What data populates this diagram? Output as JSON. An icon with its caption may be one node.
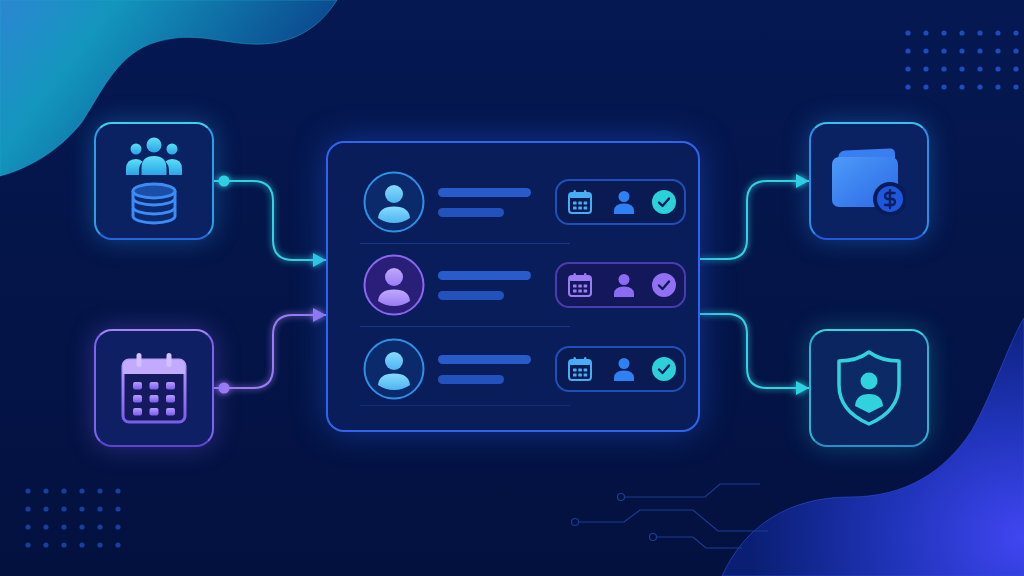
{
  "diagram": {
    "nodes": [
      {
        "text": [],
        "shape": "box"
      },
      {
        "text": [],
        "shape": "box"
      },
      {
        "text": [],
        "shape": "box"
      },
      {
        "text": [],
        "shape": "box"
      },
      {
        "text": [],
        "shape": "box"
      }
    ],
    "edges": [
      {
        "from": 0,
        "to": 2,
        "arrow": "to"
      },
      {
        "from": 1,
        "to": 2,
        "arrow": "to",
        "color": "#9b7cf4"
      },
      {
        "from": 2,
        "to": 3,
        "arrow": "to"
      },
      {
        "from": 2,
        "to": 4,
        "arrow": "to"
      }
    ]
  }
}
